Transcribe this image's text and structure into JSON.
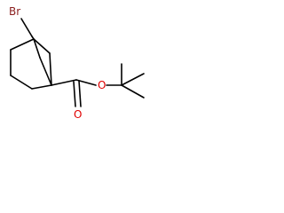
{
  "molecule": {
    "atom_labels": {
      "bromine": "Br",
      "carbonyl_oxygen": "O",
      "ester_oxygen": "O"
    },
    "colors": {
      "bond": "#000000",
      "bromine": "#8b1e1e",
      "oxygen": "#e00000"
    }
  }
}
